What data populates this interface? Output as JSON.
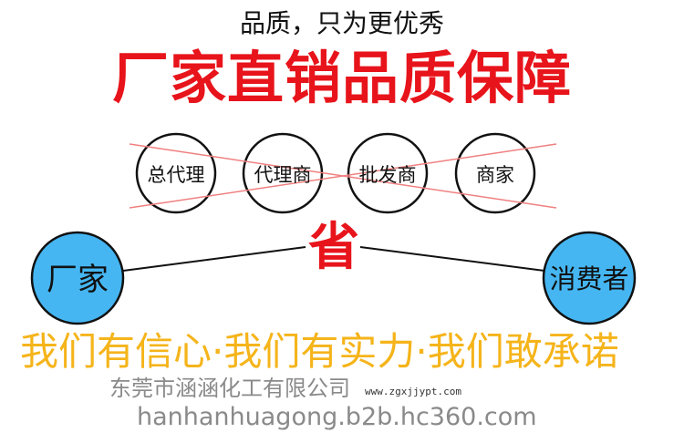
{
  "subtitle": "品质，只为更优秀",
  "headline": "厂家直销品质保障",
  "middlemen": [
    "总代理",
    "代理商",
    "批发商",
    "商家"
  ],
  "save_label": "省",
  "factory_label": "厂家",
  "consumer_label": "消费者",
  "slogan": "我们有信心·我们有实力·我们敢承诺",
  "watermarks": {
    "company": "东莞市涵涵化工有限公司",
    "site_small": "www.zgxjjypt.com",
    "site_large": "hanhanhuagong.b2b.hc360.com"
  },
  "colors": {
    "red": "#e8141b",
    "blue": "#45b6f2",
    "yellow": "#f5b41a",
    "cross": "#f08080"
  }
}
